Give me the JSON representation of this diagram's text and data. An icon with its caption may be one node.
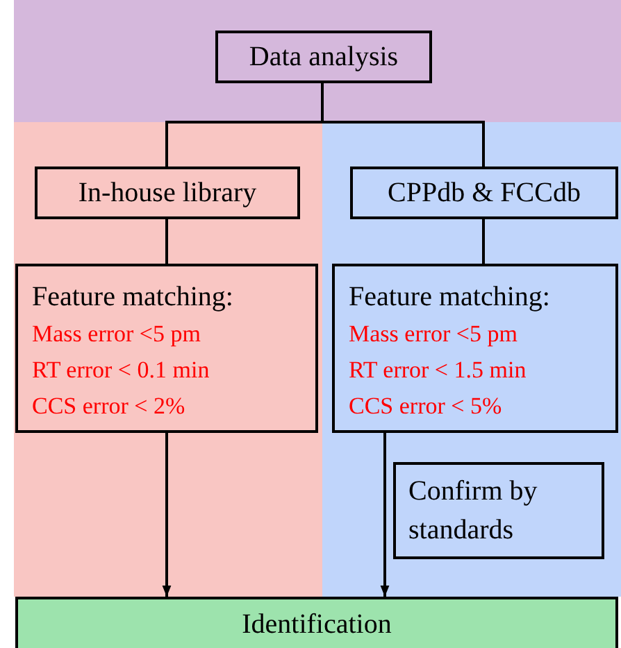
{
  "diagram": {
    "nodes": [
      {
        "text": [
          "Data analysis"
        ]
      },
      {
        "text": [
          "In-house library"
        ]
      },
      {
        "text": [
          "CPPdb & FCCdb"
        ]
      },
      {
        "text": [
          "Feature matching:",
          "Mass error <5 pm",
          "RT error < 0.1 min",
          "CCS error < 2%"
        ]
      },
      {
        "text": [
          "Feature matching:",
          "Mass error <5 pm",
          "RT error < 1.5 min",
          "CCS error < 5%"
        ]
      },
      {
        "text": [
          "Confirm by standards"
        ]
      },
      {
        "text": [
          "Identification"
        ]
      }
    ],
    "edges": [
      {
        "from": 0,
        "to": 1,
        "arrow": "none"
      },
      {
        "from": 0,
        "to": 2,
        "arrow": "none"
      },
      {
        "from": 1,
        "to": 3,
        "arrow": "none"
      },
      {
        "from": 2,
        "to": 4,
        "arrow": "none"
      },
      {
        "from": 3,
        "to": 6,
        "arrow": "to"
      },
      {
        "from": 4,
        "to": 6,
        "arrow": "to"
      }
    ]
  }
}
